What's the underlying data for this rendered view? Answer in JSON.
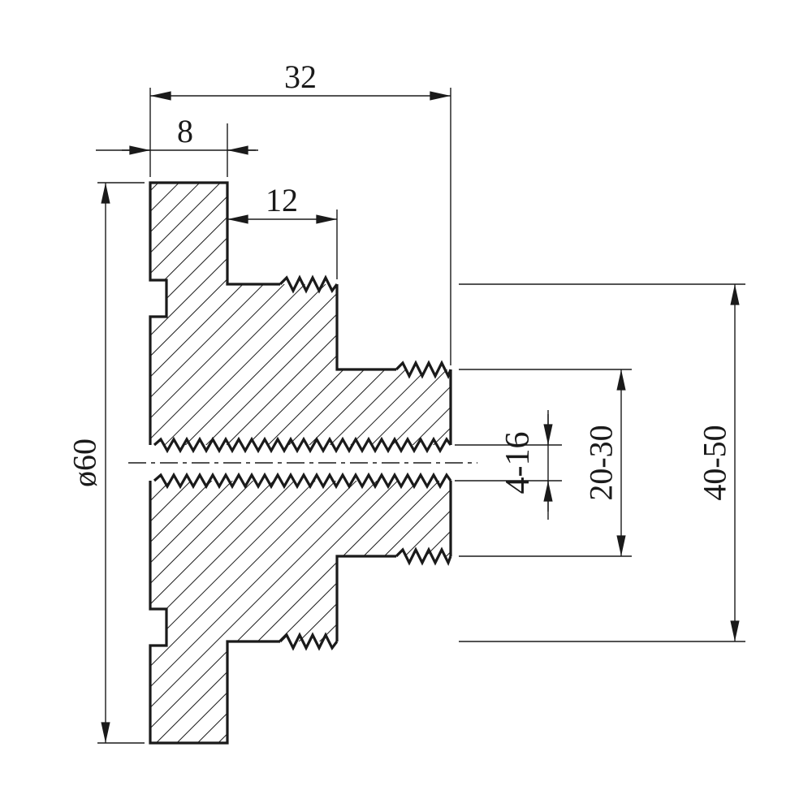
{
  "drawing": {
    "labels": {
      "overall_length": "32",
      "flange_thickness": "8",
      "step_length": "12",
      "flange_diameter": "ø60",
      "bore_thread_range": "4-16",
      "boss_diameter_range": "20-30",
      "step_diameter_range": "40-50"
    },
    "colors": {
      "line": "#1a1a1a",
      "background": "#ffffff"
    }
  }
}
